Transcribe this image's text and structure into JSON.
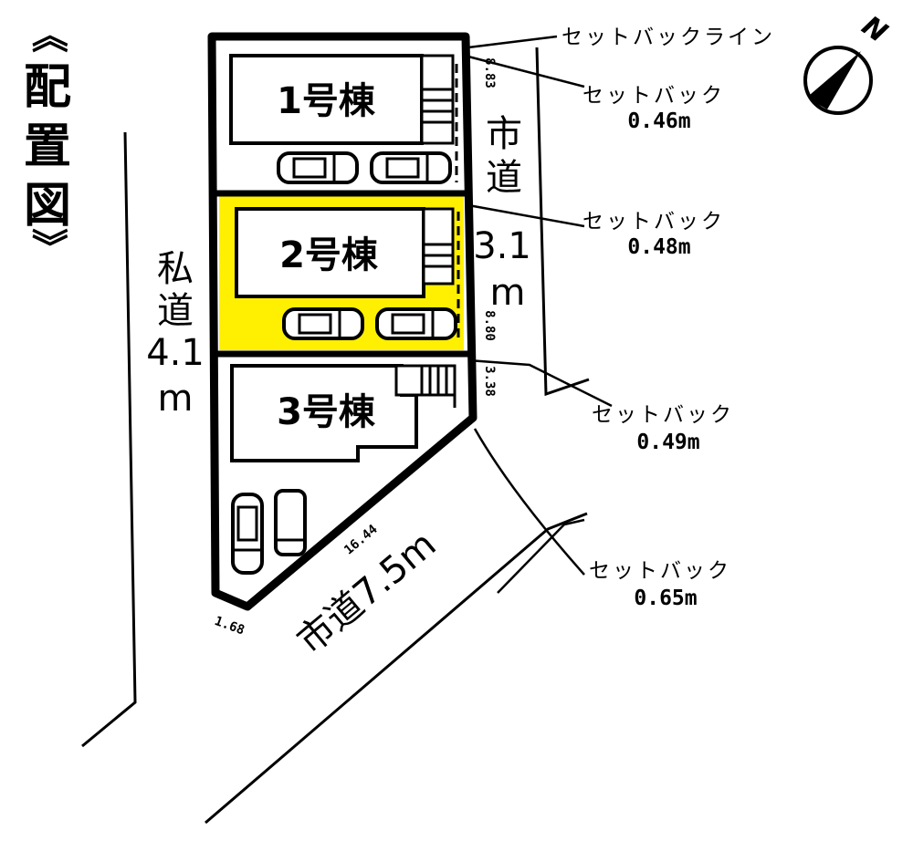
{
  "title": {
    "open_bracket": "《",
    "chars": [
      "配",
      "置",
      "図"
    ],
    "close_bracket": "》",
    "full": "《配置図》"
  },
  "compass": {
    "icon": "north-arrow-icon",
    "label": "N"
  },
  "colors": {
    "line": "#000000",
    "background": "#ffffff",
    "highlight_lot": "#ffef00"
  },
  "lots": [
    {
      "id": "lot-1",
      "label": "1号棟",
      "highlighted": false,
      "parking_spaces": 2
    },
    {
      "id": "lot-2",
      "label": "2号棟",
      "highlighted": true,
      "parking_spaces": 2
    },
    {
      "id": "lot-3",
      "label": "3号棟",
      "highlighted": false,
      "parking_spaces": 2
    }
  ],
  "roads": {
    "private_road": {
      "chars": [
        "私",
        "道",
        "4.1",
        "m"
      ],
      "full": "私道4.1m"
    },
    "city_road_east": {
      "chars": [
        "市",
        "道",
        "3.1",
        "m"
      ],
      "full": "市道3.1m"
    },
    "city_road_south": {
      "label": "市道7.5m"
    }
  },
  "dimensions": {
    "east_lot1": "8.83",
    "east_lot2": "8.80",
    "east_lot3": "3.38",
    "diagonal": "16.44",
    "corner": "1.68"
  },
  "callouts": {
    "setback_line": "セットバックライン",
    "setbacks": [
      {
        "label": "セットバック",
        "value": "0.46m"
      },
      {
        "label": "セットバック",
        "value": "0.48m"
      },
      {
        "label": "セットバック",
        "value": "0.49m"
      },
      {
        "label": "セットバック",
        "value": "0.65m"
      }
    ]
  }
}
